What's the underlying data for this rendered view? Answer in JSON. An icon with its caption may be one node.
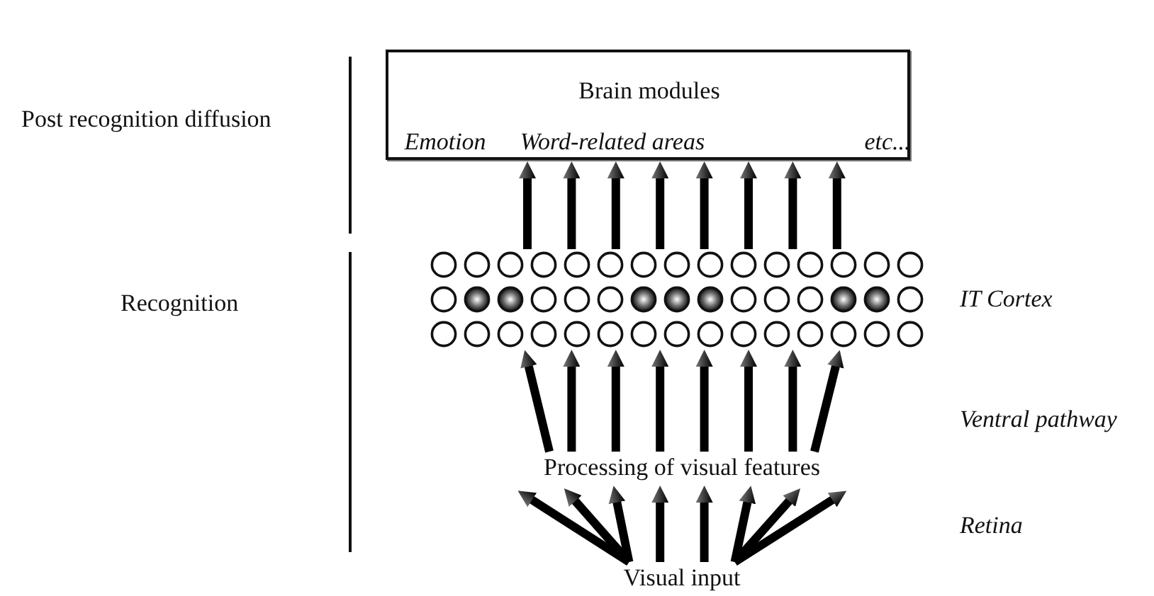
{
  "diagram": {
    "nodes": [
      {
        "text": [
          "Brain modules",
          "Emotion",
          "Word-related areas",
          "etc..."
        ]
      },
      {
        "text": [],
        "shape": "picture",
        "beside": [
          "IT Cortex"
        ]
      },
      {
        "text": [
          "Processing of visual features"
        ]
      },
      {
        "text": [
          "Visual input"
        ]
      }
    ],
    "edges": [
      {
        "from": 1,
        "to": 0,
        "arrow": "to"
      },
      {
        "from": 1,
        "to": 0,
        "arrow": "to"
      },
      {
        "from": 1,
        "to": 0,
        "arrow": "to"
      },
      {
        "from": 1,
        "to": 0,
        "arrow": "to"
      },
      {
        "from": 1,
        "to": 0,
        "arrow": "to"
      },
      {
        "from": 1,
        "to": 0,
        "arrow": "to"
      },
      {
        "from": 1,
        "to": 0,
        "arrow": "to"
      },
      {
        "from": 1,
        "to": 0,
        "arrow": "to"
      },
      {
        "from": 2,
        "to": 1,
        "arrow": "to"
      },
      {
        "from": 2,
        "to": 1,
        "arrow": "to"
      },
      {
        "from": 2,
        "to": 1,
        "arrow": "to"
      },
      {
        "from": 2,
        "to": 1,
        "arrow": "to"
      },
      {
        "from": 2,
        "to": 1,
        "arrow": "to"
      },
      {
        "from": 2,
        "to": 1,
        "arrow": "to"
      },
      {
        "from": 2,
        "to": 1,
        "arrow": "to"
      },
      {
        "from": 2,
        "to": 1,
        "arrow": "to"
      },
      {
        "from": 3,
        "to": 2,
        "arrow": "to"
      },
      {
        "from": 3,
        "to": 2,
        "arrow": "to"
      },
      {
        "from": 3,
        "to": 2,
        "arrow": "to"
      },
      {
        "from": 3,
        "to": 2,
        "arrow": "to"
      },
      {
        "from": 3,
        "to": 2,
        "arrow": "to"
      },
      {
        "from": 3,
        "to": 2,
        "arrow": "to"
      },
      {
        "from": 3,
        "to": 2,
        "arrow": "to"
      },
      {
        "from": 3,
        "to": 2,
        "arrow": "to"
      }
    ],
    "labels": [
      "Post recognition diffusion",
      "Recognition",
      "Ventral pathway",
      "Retina"
    ]
  }
}
